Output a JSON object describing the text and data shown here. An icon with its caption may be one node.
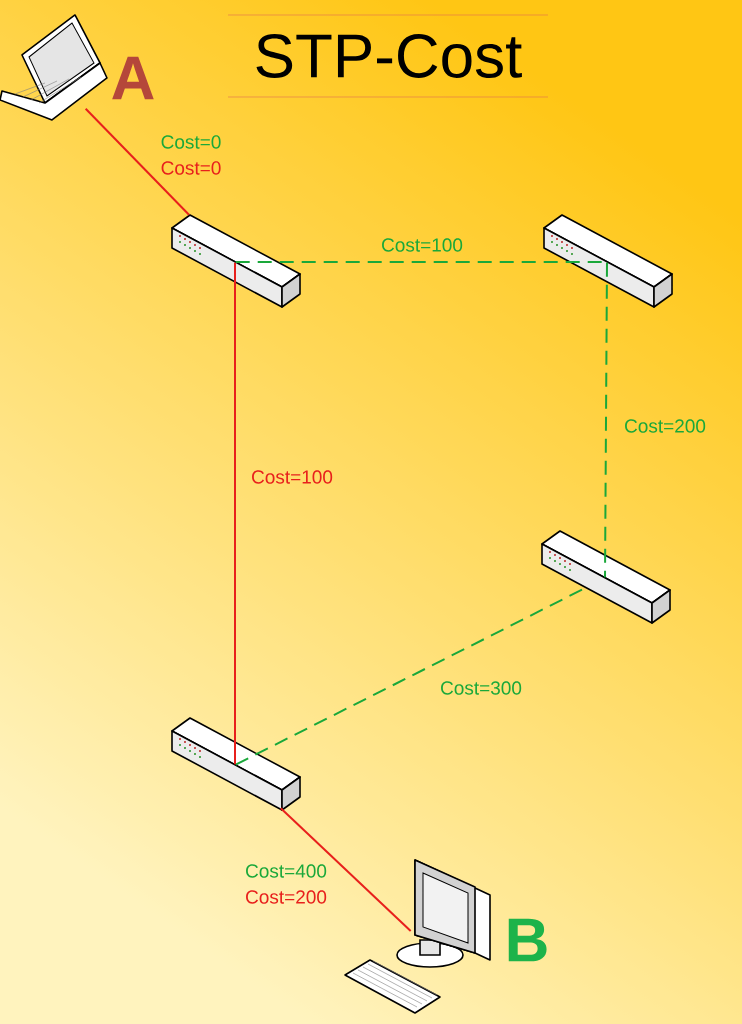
{
  "diagram": {
    "title": "STP-Cost",
    "nodes": [
      {
        "text": [],
        "shape": "picture",
        "beside": [
          "A"
        ]
      },
      {
        "text": [],
        "shape": "picture"
      },
      {
        "text": [],
        "shape": "picture"
      },
      {
        "text": [],
        "shape": "picture"
      },
      {
        "text": [],
        "shape": "picture"
      },
      {
        "text": [],
        "shape": "picture",
        "beside": [
          "B"
        ]
      }
    ],
    "edges": [
      {
        "from": 0,
        "to": 1,
        "arrow": "none",
        "label": "Cost=0",
        "color": "#e8201c"
      },
      {
        "from": 1,
        "to": 2,
        "arrow": "none",
        "label": "Cost=100",
        "style": "dashed",
        "color": "#1aa83a"
      },
      {
        "from": 2,
        "to": 3,
        "arrow": "none",
        "label": "Cost=200",
        "style": "dashed",
        "color": "#1aa83a"
      },
      {
        "from": 3,
        "to": 4,
        "arrow": "none",
        "label": "Cost=300",
        "style": "dashed",
        "color": "#1aa83a"
      },
      {
        "from": 1,
        "to": 4,
        "arrow": "none",
        "label": "Cost=100",
        "color": "#e8201c"
      },
      {
        "from": 4,
        "to": 5,
        "arrow": "none",
        "label": "Cost=200",
        "color": "#e8201c"
      }
    ],
    "labels": [
      "Cost=0",
      "Cost=400"
    ]
  }
}
